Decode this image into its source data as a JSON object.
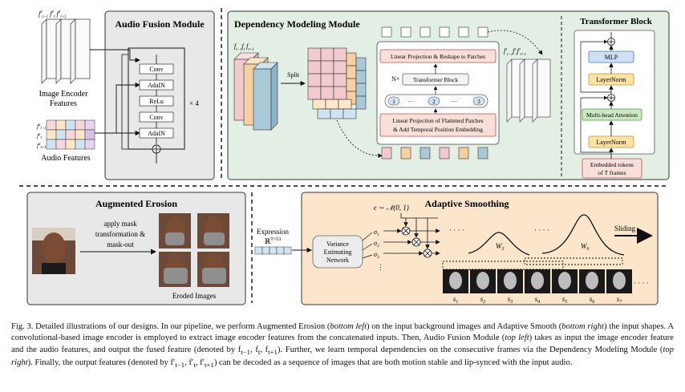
{
  "audio_fusion": {
    "title": "Audio Fusion Module",
    "image_encoder_label_1": "Image Encoder",
    "image_encoder_label_2": "Features",
    "audio_label": "Audio Features",
    "layers": [
      "Conv",
      "AdaIN",
      "ReLu",
      "Conv",
      "AdaIN"
    ],
    "repeat": "× 4",
    "frame_labels": [
      "f^e_{t-1} f^e_t f^e_{t+1}"
    ],
    "audio_row_labels": [
      "f^a_{t-1}",
      "f^a_t",
      "f^a_{t+1}"
    ]
  },
  "dependency": {
    "title": "Dependency Modeling Module",
    "input_label": "f_{t-1} f_t f_{t+1}",
    "split": "Split",
    "linear_top": "Linear Projection & Reshape to Patches",
    "n_times": "N×",
    "transformer_block": "Transformer Block",
    "tokens": [
      "1",
      "···",
      "2",
      "···",
      "3"
    ],
    "linear_bottom_1": "Linear Projection of Flattened Patches",
    "linear_bottom_2": "& Add Temporal Position Embedding",
    "output_label": "f'_{t-1} f'_t f'_{t+1}"
  },
  "transformer": {
    "title": "Transformer Block",
    "mlp": "MLP",
    "layernorm": "LayerNorm",
    "attention": "Multi-head Attention",
    "embedded_1": "Embedded tokens",
    "embedded_2": "of T frames"
  },
  "erosion": {
    "title": "Augmented Erosion",
    "apply_1": "apply mask",
    "apply_2": "transformation &",
    "apply_3": "mask-out",
    "eroded": "Eroded Images"
  },
  "smoothing": {
    "title": "Adaptive Smoothing",
    "expression": "Expression",
    "expression_dim": "ℝT×53",
    "epsilon": "ϵ ∼ 𝒩(0, 1)",
    "sigmas": [
      "σ1",
      "σ2",
      "σ3"
    ],
    "vdots": "⋮",
    "variance_1": "Variance",
    "variance_2": "Estimating",
    "variance_3": "Network",
    "dots": "· · · ·",
    "w3": "W3",
    "w6": "W6",
    "sliding": "Sliding",
    "frames": [
      "s1",
      "s2",
      "s3",
      "s4",
      "s5",
      "s6",
      "s7"
    ],
    "trailing_dots": "· · · ·"
  },
  "caption": {
    "p1": "Fig. 3.  Detailed illustrations of our designs. In our pipeline, we perform Augmented Erosion (",
    "p1_i": "bottom left",
    "p2": ") on the input background images and Adaptive Smooth (",
    "p2_i": "bottom right",
    "p3": ") the input shapes. A convolutional-based image encoder is employed to extract image encoder features from the concatenated inputs. Then, Audio Fusion Module (",
    "p3_i": "top left",
    "p4": ") takes as input the image encoder feature and the audio features, and output the fused feature (denoted by f",
    "p4_b": "t−1",
    "p4_c": ", f",
    "p4_d": "t",
    "p4_e": ", f",
    "p4_f": "t+1",
    "p5": "). Further, we learn temporal dependencies on the consecutive frames via the Dependency Modeling Module (",
    "p5_i": "top right",
    "p6": "). Finally, the output features (denoted by f′",
    "p6_b": "t−1",
    "p6_c": ", f′",
    "p6_d": "t",
    "p6_e": ", f′",
    "p6_f": "t+1",
    "p7": ") can be decoded as a sequence of images that are both motion stable and lip-synced with the input audio."
  },
  "colors": {
    "panel_gray": "#e8e8e8",
    "panel_green": "#e3efe4",
    "panel_orange": "#fbe6cc",
    "dependency_pink": "#f2c9cf",
    "dependency_blue": "#a9c8d8",
    "box_pink": "#f9dfda",
    "mlp_blue": "#cfe0f4",
    "layernorm_yellow": "#fbe3a6",
    "attention_green": "#cbe8c2"
  }
}
